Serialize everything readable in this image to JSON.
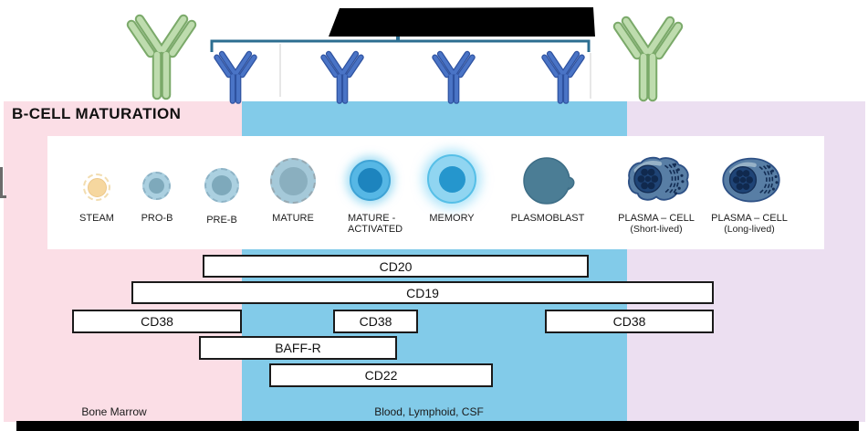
{
  "title": "B-CELL MATURATION",
  "stages": [
    {
      "label": "STEAM"
    },
    {
      "label": "PRO-B"
    },
    {
      "label": "PRE-B"
    },
    {
      "label": "MATURE"
    },
    {
      "label": "MATURE -",
      "label2": "ACTIVATED"
    },
    {
      "label": "MEMORY"
    },
    {
      "label": "PLASMOBLAST"
    },
    {
      "label": "PLASMA – CELL",
      "sublabel": "(Short-lived)"
    },
    {
      "label": "PLASMA – CELL",
      "sublabel": "(Long-lived)"
    }
  ],
  "markers": [
    {
      "label": "CD20"
    },
    {
      "label": "CD19"
    },
    {
      "label": "CD38"
    },
    {
      "label": "CD38"
    },
    {
      "label": "CD38"
    },
    {
      "label": "BAFF-R"
    },
    {
      "label": "CD22"
    }
  ],
  "locations": [
    {
      "label": "Bone Marrow"
    },
    {
      "label": "Blood, Lymphoid, CSF"
    }
  ],
  "colors": {
    "bone_marrow_bg": "#fbdee6",
    "blood_bg": "#82cbe9",
    "plasma_bg": "#ecdff1",
    "bracket": "#2c6e91",
    "antibody_green": "#bedcae",
    "antibody_blue": "#4a74c6"
  }
}
